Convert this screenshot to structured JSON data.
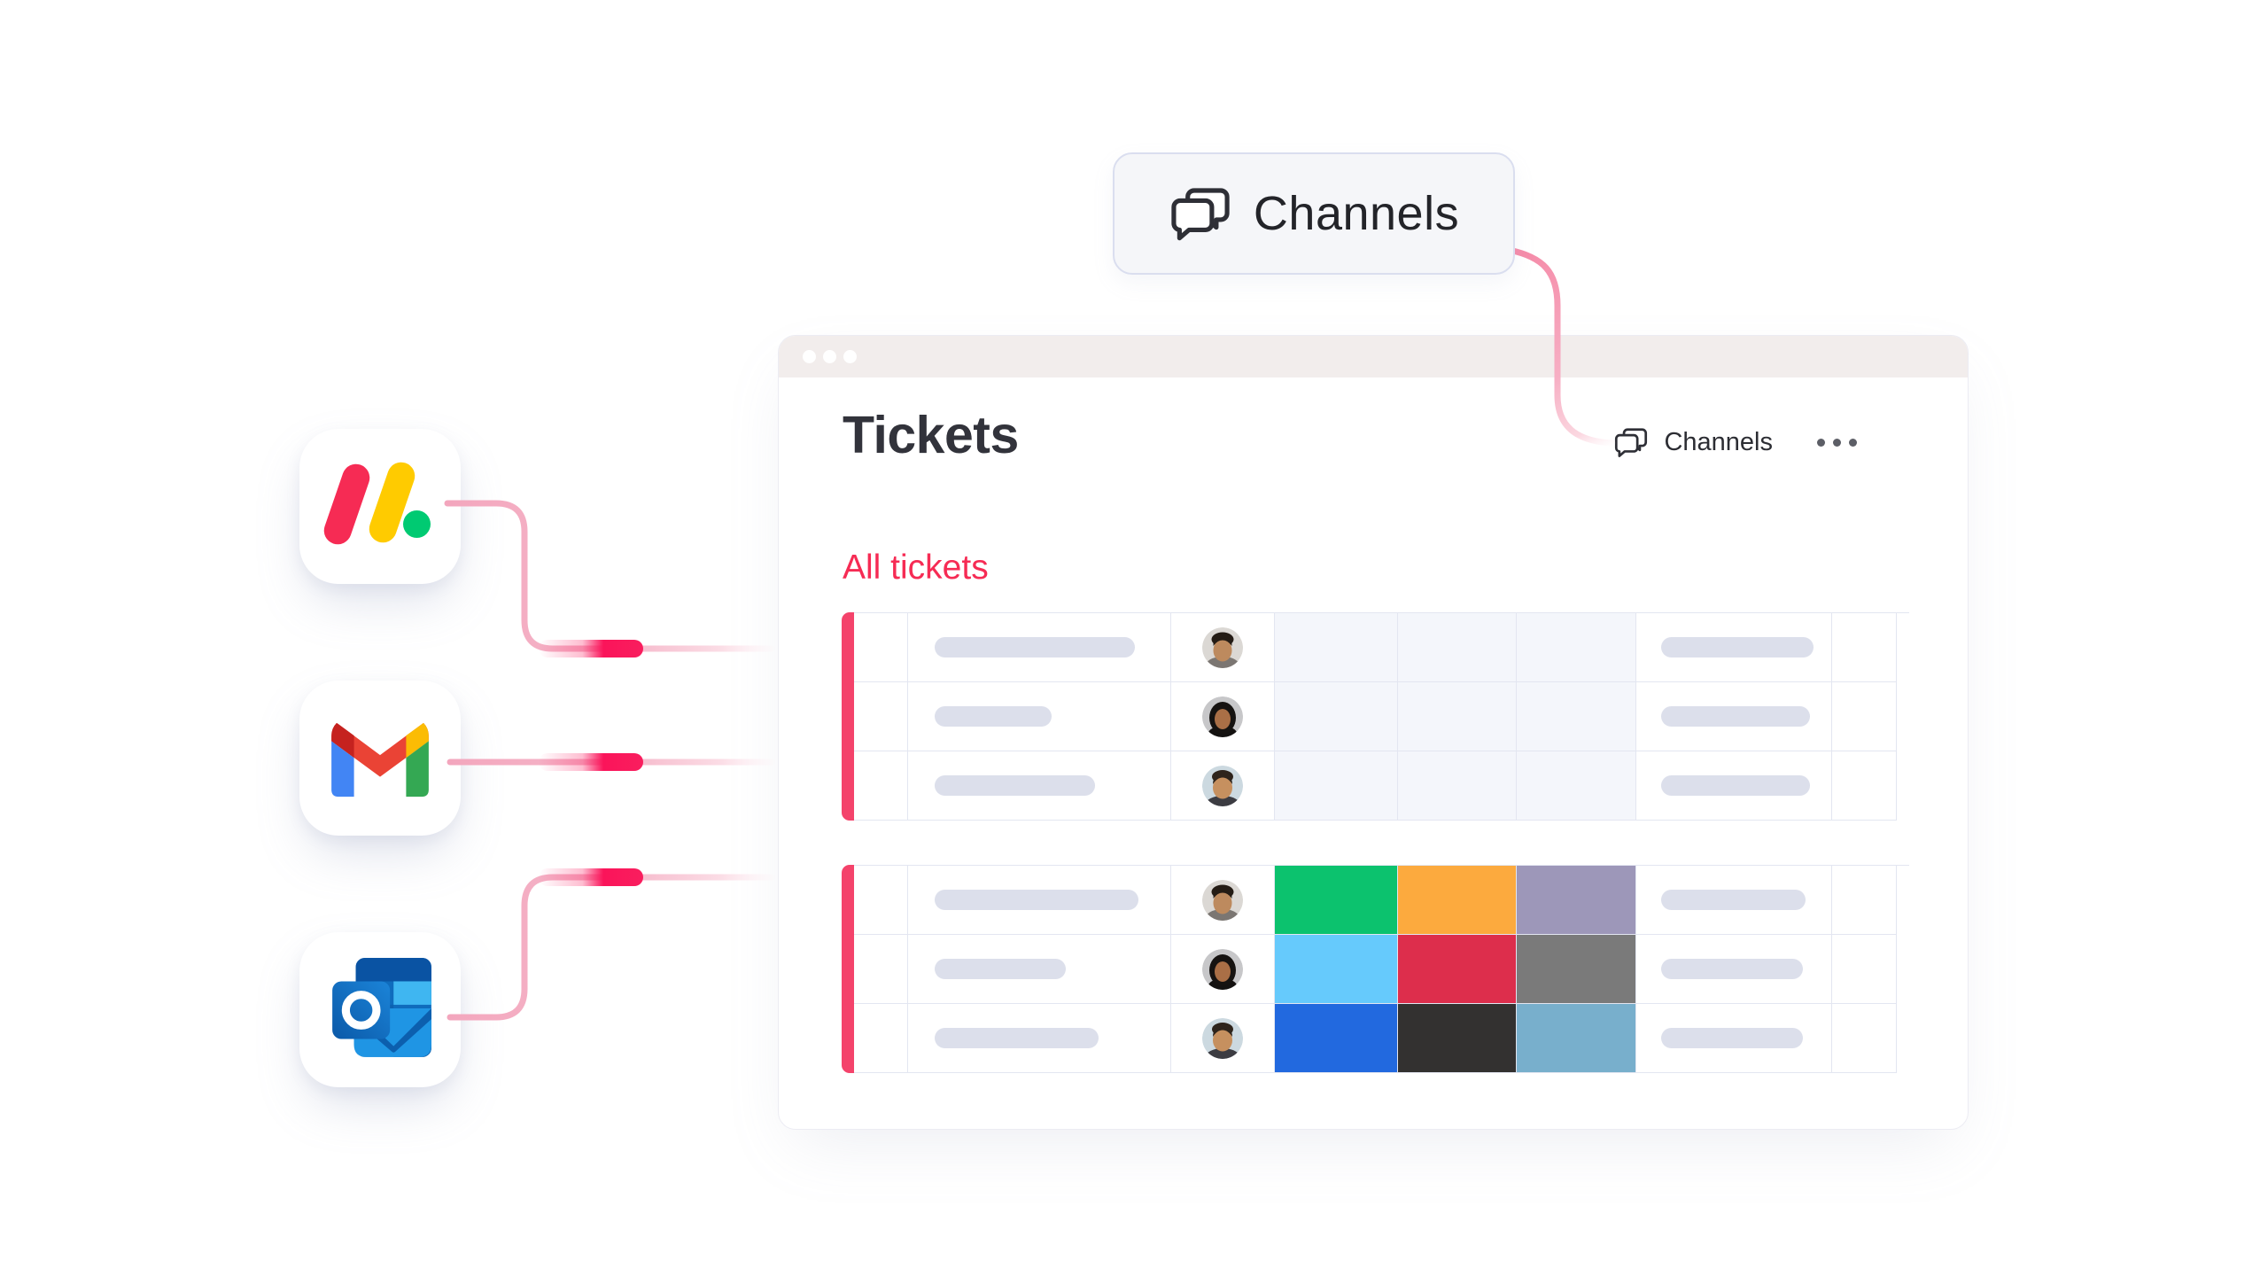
{
  "badge": {
    "label": "Channels",
    "icon": "chat-bubbles-icon"
  },
  "window": {
    "title": "Tickets",
    "titlebar": {
      "traffic_dots": 3
    },
    "toolbar": {
      "channels_label": "Channels",
      "menu_icon": "ellipsis-icon"
    },
    "group_label": "All tickets",
    "tables": [
      {
        "name": "all-tickets-top",
        "rows": [
          {
            "name_pill_width": 226,
            "avatar": "man-dark-hair",
            "status_colors": [
              "tint",
              "tint",
              "tint"
            ],
            "right_pill_width": 172
          },
          {
            "name_pill_width": 132,
            "avatar": "woman-dark-hair",
            "status_colors": [
              "tint",
              "tint",
              "tint"
            ],
            "right_pill_width": 168
          },
          {
            "name_pill_width": 181,
            "avatar": "man-smiling",
            "status_colors": [
              "tint",
              "tint",
              "tint"
            ],
            "right_pill_width": 168
          }
        ]
      },
      {
        "name": "all-tickets-bottom",
        "rows": [
          {
            "name_pill_width": 230,
            "avatar": "man-dark-hair",
            "status_colors": [
              "#0cc26e",
              "#fcaa3e",
              "#9d97b9"
            ],
            "right_pill_width": 163
          },
          {
            "name_pill_width": 148,
            "avatar": "woman-dark-hair",
            "status_colors": [
              "#66cafc",
              "#dd2e4c",
              "#7a7a7a"
            ],
            "right_pill_width": 160
          },
          {
            "name_pill_width": 185,
            "avatar": "man-smiling",
            "status_colors": [
              "#2269df",
              "#333130",
              "#78afcc"
            ],
            "right_pill_width": 160
          }
        ]
      }
    ]
  },
  "integrations": [
    {
      "name": "monday",
      "icon": "monday-logo-icon",
      "connected": true
    },
    {
      "name": "gmail",
      "icon": "gmail-logo-icon",
      "connected": true
    },
    {
      "name": "outlook",
      "icon": "outlook-logo-icon",
      "connected": true
    }
  ],
  "colors": {
    "accent_pink": "#f62b54",
    "group_bar": "#f4436b",
    "connector_line": "#f5b3c6",
    "pulse": "#fa145a",
    "tint_cell": "#f4f6fb",
    "pill": "#dcdfeb",
    "table_line": "#e3e6f1",
    "titlebar": "#f2edec",
    "monday_yellow": "#ffcb00",
    "monday_green": "#00ca72"
  }
}
